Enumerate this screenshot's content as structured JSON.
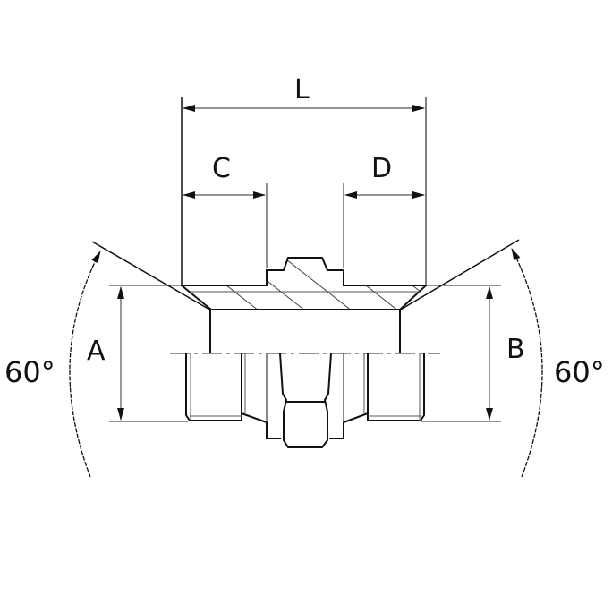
{
  "drawing": {
    "type": "technical-drawing",
    "subject": "male-male hydraulic adapter fitting with 60° cones",
    "dimensions": {
      "L": "L",
      "C": "C",
      "D": "D",
      "A": "A",
      "B": "B"
    },
    "angles": {
      "left": "60°",
      "right": "60°"
    },
    "colors": {
      "line": "#111111",
      "dim_line": "#555555",
      "background": "#ffffff"
    }
  }
}
